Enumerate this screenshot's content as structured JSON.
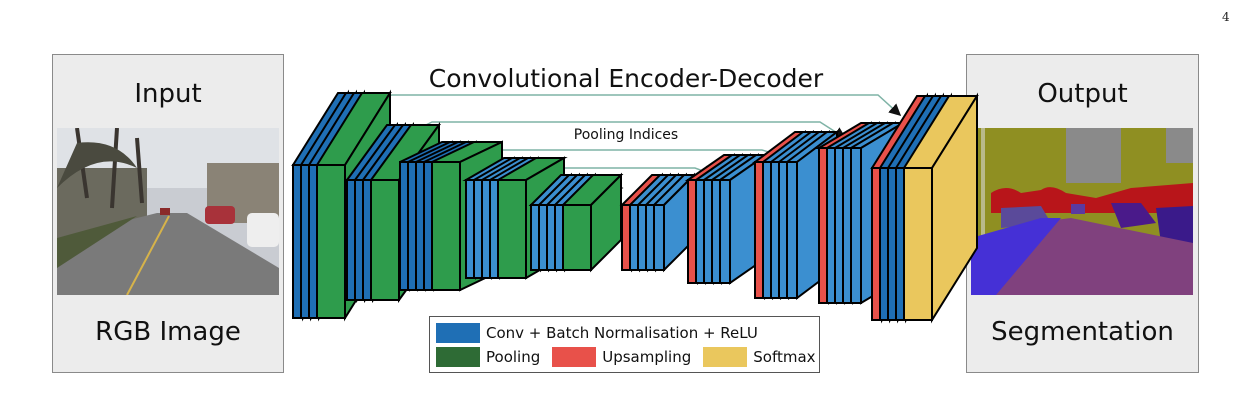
{
  "page_number": "4",
  "input_panel": {
    "title": "Input",
    "caption": "RGB Image"
  },
  "output_panel": {
    "title": "Output",
    "caption": "Segmentation"
  },
  "diagram": {
    "title": "Convolutional Encoder-Decoder",
    "pooling_label": "Pooling Indices"
  },
  "legend": {
    "conv": {
      "label": "Conv + Batch Normalisation + ReLU",
      "color": "#1f6fb5"
    },
    "pooling": {
      "label": "Pooling",
      "color": "#2e6b35"
    },
    "upsampling": {
      "label": "Upsampling",
      "color": "#e8514a"
    },
    "softmax": {
      "label": "Softmax",
      "color": "#eac75d"
    }
  },
  "colors": {
    "conv": "#1f6fb5",
    "conv_light": "#3b8fd0",
    "pool": "#2e9c4c",
    "upsample": "#e8514a",
    "softmax": "#eac75d",
    "arrow": "#7fb3a6"
  }
}
